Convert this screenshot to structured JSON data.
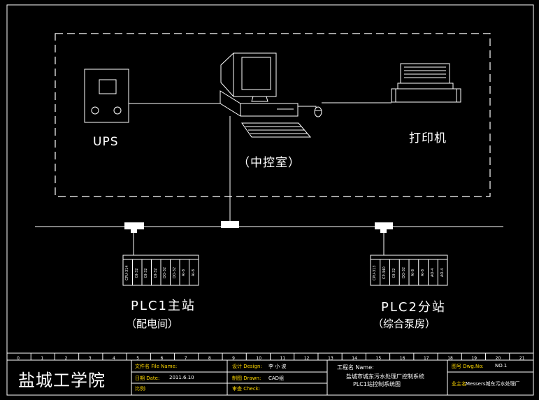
{
  "labels": {
    "ups": "UPS",
    "printer": "打印机",
    "control_room": "（中控室）",
    "plc1_name": "PLC1主站",
    "plc1_loc": "（配电间）",
    "plc2_name": "PLC2分站",
    "plc2_loc": "（综合泵房）"
  },
  "plc1_modules": [
    "CPU-314",
    "DI-32",
    "DI-32",
    "DI-32",
    "DO-32",
    "DO-32",
    "AI-8",
    "AI-8"
  ],
  "plc2_modules": [
    "CPU-313",
    "CP-340",
    "DI-32",
    "DO-32",
    "AI-8",
    "AI-8",
    "AO-4",
    "AO-4"
  ],
  "ruler_numbers": [
    "0",
    "1",
    "2",
    "3",
    "4",
    "5",
    "6",
    "7",
    "8",
    "9",
    "10",
    "11",
    "12",
    "13",
    "14",
    "15",
    "16",
    "17",
    "18",
    "19",
    "20",
    "21"
  ],
  "title_block": {
    "school": "盐城工学院",
    "file_name_label": "文件名 File Name:",
    "date_label": "日期  Date:",
    "date_value": "2011.6.10",
    "scale_label": "比例:",
    "design_label": "设计 Design:",
    "design_value": "李 小 波",
    "drawn_label": "制图 Drawn:",
    "drawn_value": "CAD组",
    "check_label": "审查 Check:",
    "project_label": "工程名 Name:",
    "project_line1": "盐城市城东污水处理厂控制系统",
    "project_line2": "PLC1站控制系统图",
    "dwg_label": "图号 Dwg.No:",
    "dwg_value": "NO.1",
    "owner_label": "业主名",
    "owner_value": "Messers城东污水处理厂"
  }
}
